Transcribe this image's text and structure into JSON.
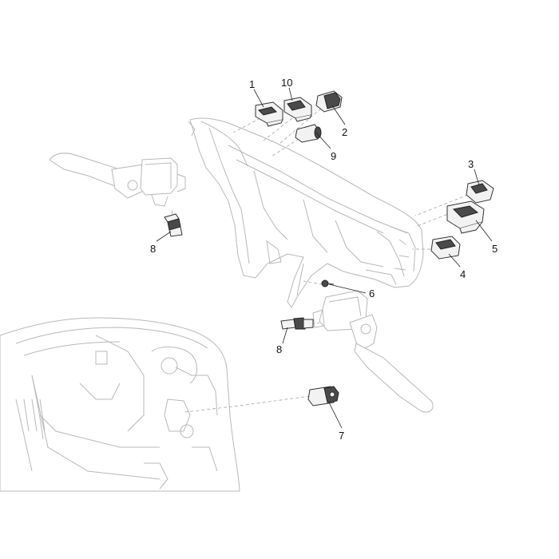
{
  "callouts": {
    "c1": "1",
    "c10": "10",
    "c2": "2",
    "c9": "9",
    "c3": "3",
    "c5": "5",
    "c4": "4",
    "c8_left": "8",
    "c6": "6",
    "c8_right": "8",
    "c7": "7"
  },
  "parts": [
    {
      "ref": "1",
      "icon": "switch-icon"
    },
    {
      "ref": "10",
      "icon": "switch-icon"
    },
    {
      "ref": "2",
      "icon": "switch-icon"
    },
    {
      "ref": "9",
      "icon": "connector-icon"
    },
    {
      "ref": "3",
      "icon": "switch-icon"
    },
    {
      "ref": "5",
      "icon": "switch-icon"
    },
    {
      "ref": "4",
      "icon": "switch-icon"
    },
    {
      "ref": "8",
      "icon": "brake-light-switch-icon"
    },
    {
      "ref": "6",
      "icon": "screw-icon"
    },
    {
      "ref": "7",
      "icon": "usb-socket-icon"
    }
  ]
}
